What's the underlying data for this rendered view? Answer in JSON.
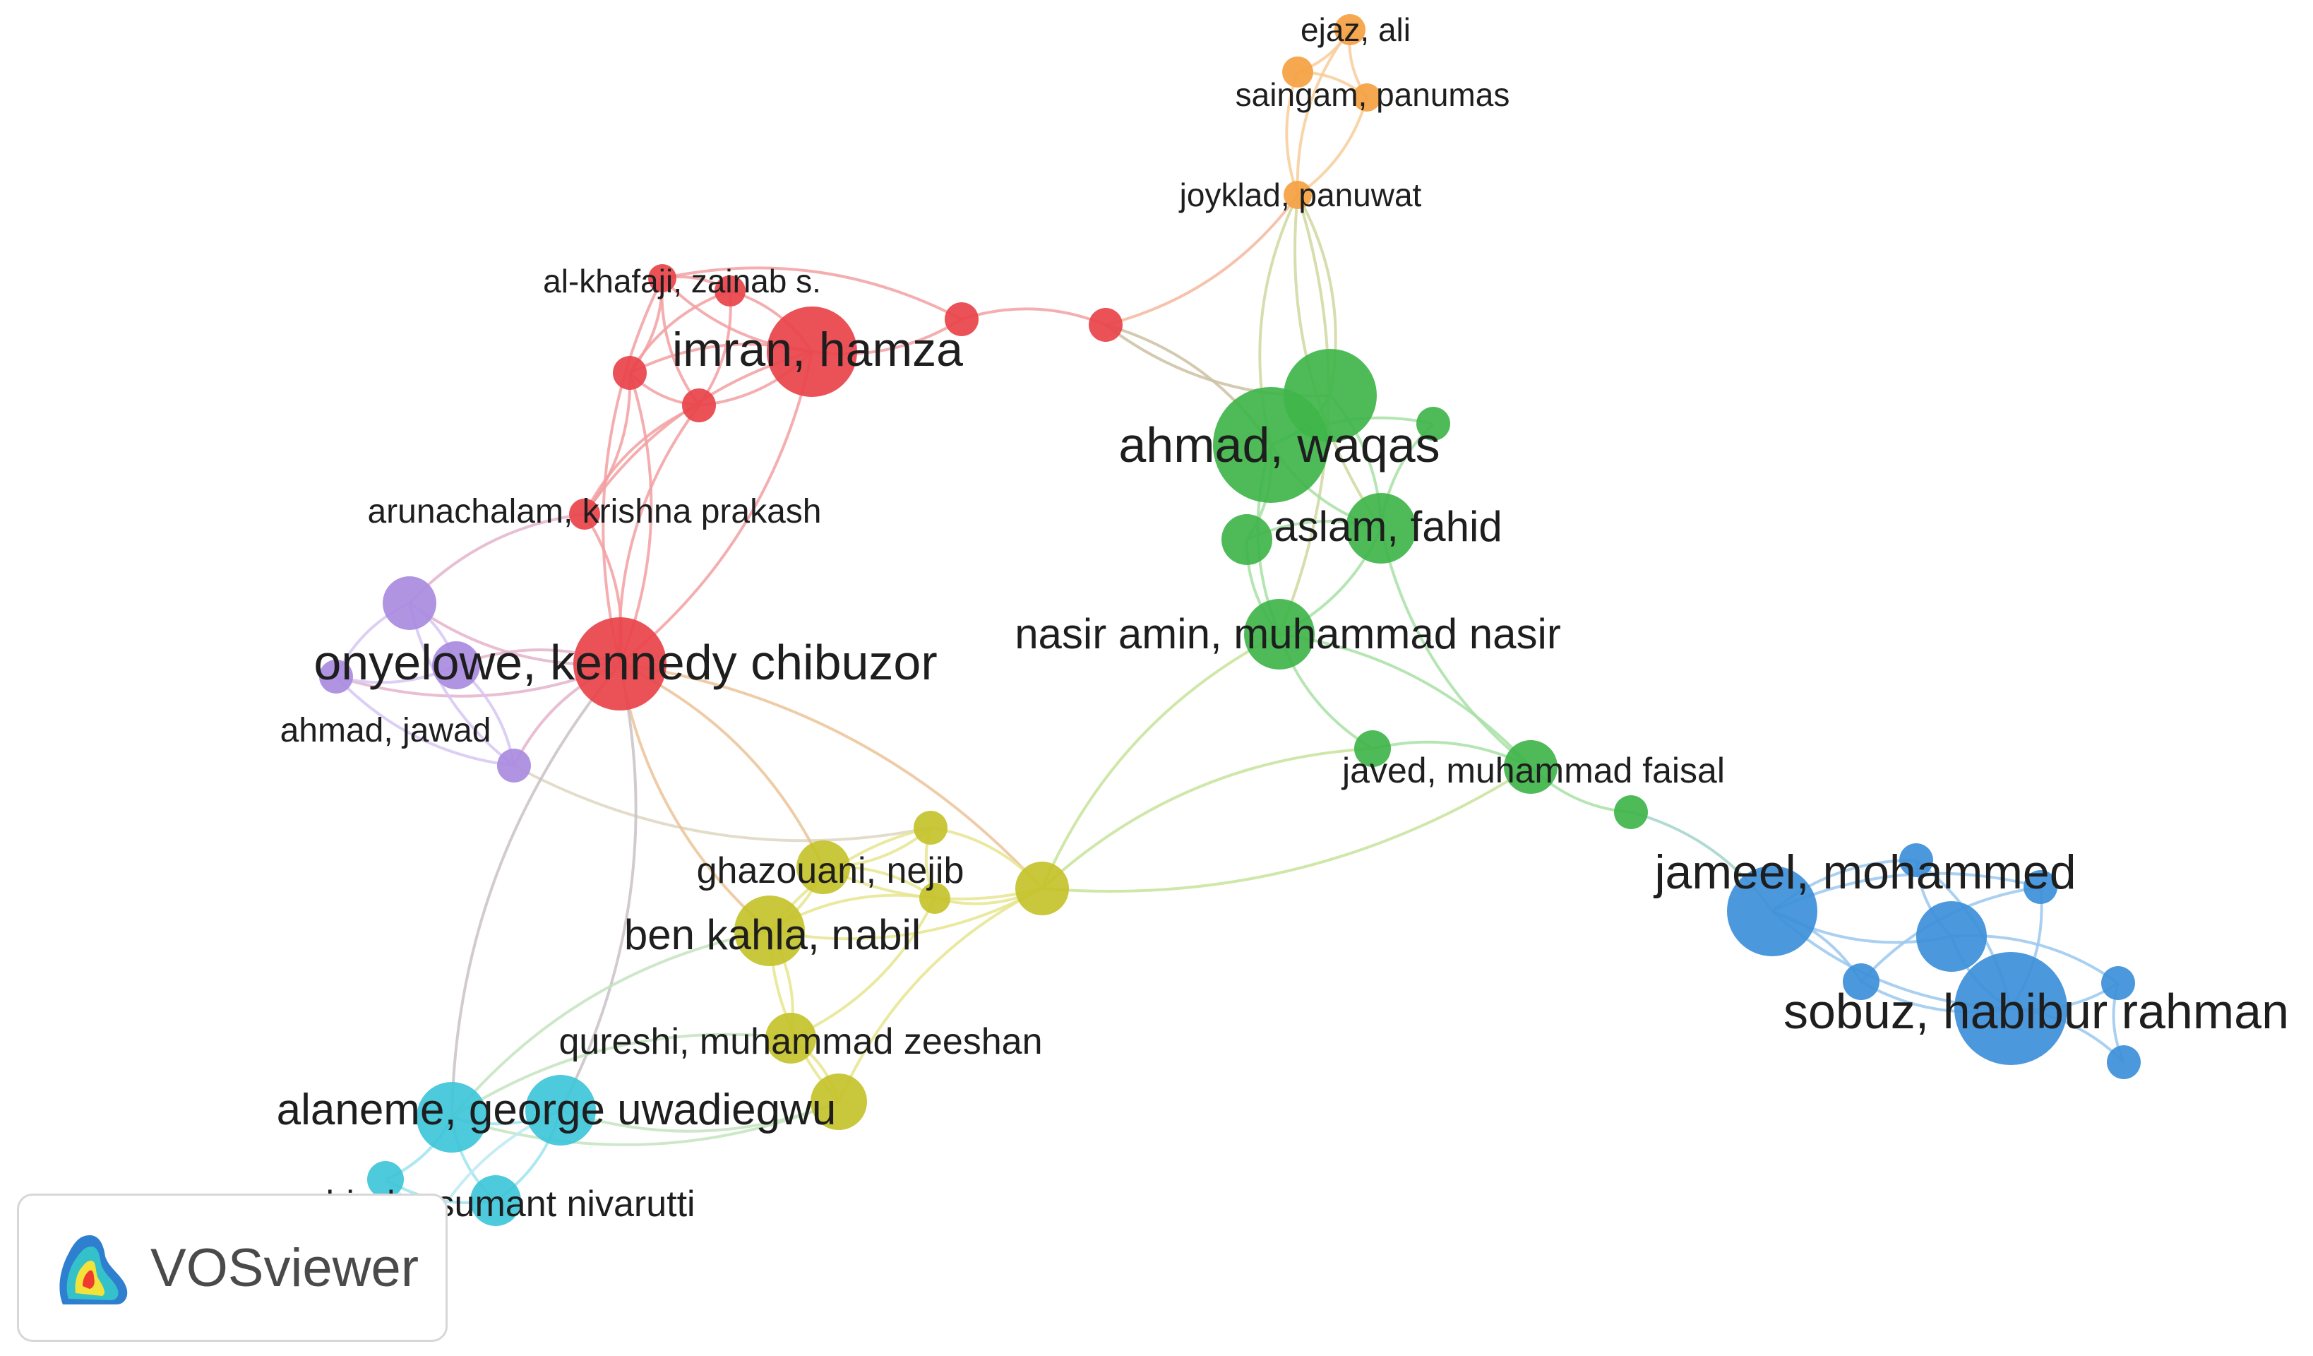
{
  "nodes": [
    {
      "id": "ejaz",
      "label": "ejaz, ali",
      "cluster": "orange"
    },
    {
      "id": "o2",
      "label": "",
      "cluster": "orange"
    },
    {
      "id": "saingam",
      "label": "saingam, panumas",
      "cluster": "orange"
    },
    {
      "id": "joyklad",
      "label": "joyklad, panuwat",
      "cluster": "orange"
    },
    {
      "id": "alkhafaji",
      "label": "al-khafaji, zainab s.",
      "cluster": "red"
    },
    {
      "id": "r2",
      "label": "",
      "cluster": "red"
    },
    {
      "id": "imran",
      "label": "imran, hamza",
      "cluster": "red"
    },
    {
      "id": "r4",
      "label": "",
      "cluster": "red"
    },
    {
      "id": "r5",
      "label": "",
      "cluster": "red"
    },
    {
      "id": "r6",
      "label": "",
      "cluster": "red"
    },
    {
      "id": "r7",
      "label": "",
      "cluster": "red"
    },
    {
      "id": "arunachalam",
      "label": "arunachalam, krishna prakash",
      "cluster": "red"
    },
    {
      "id": "onyelowe",
      "label": "onyelowe, kennedy chibuzor",
      "cluster": "red"
    },
    {
      "id": "ahmadwaqas",
      "label": "ahmad, waqas",
      "cluster": "green"
    },
    {
      "id": "g2",
      "label": "",
      "cluster": "green"
    },
    {
      "id": "g3",
      "label": "",
      "cluster": "green"
    },
    {
      "id": "aslam",
      "label": "aslam, fahid",
      "cluster": "green"
    },
    {
      "id": "g5",
      "label": "",
      "cluster": "green"
    },
    {
      "id": "nasir",
      "label": "nasir amin, muhammad nasir",
      "cluster": "green"
    },
    {
      "id": "g7",
      "label": "",
      "cluster": "green"
    },
    {
      "id": "javed",
      "label": "javed, muhammad faisal",
      "cluster": "green"
    },
    {
      "id": "g9",
      "label": "",
      "cluster": "green"
    },
    {
      "id": "p1",
      "label": "",
      "cluster": "purple"
    },
    {
      "id": "p2",
      "label": "",
      "cluster": "purple"
    },
    {
      "id": "p3",
      "label": "",
      "cluster": "purple"
    },
    {
      "id": "ahmadjawad",
      "label": "ahmad, jawad",
      "cluster": "purple"
    },
    {
      "id": "y1",
      "label": "",
      "cluster": "yellow"
    },
    {
      "id": "ghazouani",
      "label": "ghazouani, nejib",
      "cluster": "yellow"
    },
    {
      "id": "y3",
      "label": "",
      "cluster": "yellow"
    },
    {
      "id": "y4",
      "label": "",
      "cluster": "yellow"
    },
    {
      "id": "benkahla",
      "label": "ben kahla, nabil",
      "cluster": "yellow"
    },
    {
      "id": "qureshi",
      "label": "qureshi, muhammad zeeshan",
      "cluster": "yellow"
    },
    {
      "id": "y7",
      "label": "",
      "cluster": "yellow"
    },
    {
      "id": "jameel",
      "label": "jameel, mohammed",
      "cluster": "blue"
    },
    {
      "id": "b2",
      "label": "",
      "cluster": "blue"
    },
    {
      "id": "b3",
      "label": "",
      "cluster": "blue"
    },
    {
      "id": "b4",
      "label": "",
      "cluster": "blue"
    },
    {
      "id": "sobuz",
      "label": "sobuz, habibur rahman",
      "cluster": "blue"
    },
    {
      "id": "b6",
      "label": "",
      "cluster": "blue"
    },
    {
      "id": "b7",
      "label": "",
      "cluster": "blue"
    },
    {
      "id": "b8",
      "label": "",
      "cluster": "blue"
    },
    {
      "id": "alaneme",
      "label": "alaneme, george uwadiegwu",
      "cluster": "cyan"
    },
    {
      "id": "c2",
      "label": "",
      "cluster": "cyan"
    },
    {
      "id": "c3",
      "label": "",
      "cluster": "cyan"
    },
    {
      "id": "shinde",
      "label": "shinde, sumant nivarutti",
      "cluster": "cyan"
    },
    {
      "id": "lb1",
      "label": "",
      "cluster": "lightblue"
    }
  ],
  "edges": [
    [
      "ejaz",
      "o2"
    ],
    [
      "ejaz",
      "saingam"
    ],
    [
      "o2",
      "saingam"
    ],
    [
      "ejaz",
      "joyklad"
    ],
    [
      "saingam",
      "joyklad"
    ],
    [
      "o2",
      "joyklad"
    ],
    [
      "joyklad",
      "r7"
    ],
    [
      "joyklad",
      "ahmadwaqas"
    ],
    [
      "joyklad",
      "g2"
    ],
    [
      "joyklad",
      "aslam"
    ],
    [
      "joyklad",
      "nasir"
    ],
    [
      "r7",
      "r6"
    ],
    [
      "r7",
      "ahmadwaqas"
    ],
    [
      "r7",
      "g2"
    ],
    [
      "r6",
      "imran"
    ],
    [
      "r6",
      "alkhafaji"
    ],
    [
      "alkhafaji",
      "r2"
    ],
    [
      "alkhafaji",
      "imran"
    ],
    [
      "alkhafaji",
      "r4"
    ],
    [
      "alkhafaji",
      "r5"
    ],
    [
      "r2",
      "imran"
    ],
    [
      "r2",
      "r4"
    ],
    [
      "r2",
      "r5"
    ],
    [
      "imran",
      "r4"
    ],
    [
      "imran",
      "r5"
    ],
    [
      "imran",
      "arunachalam"
    ],
    [
      "imran",
      "onyelowe"
    ],
    [
      "r4",
      "r5"
    ],
    [
      "r4",
      "arunachalam"
    ],
    [
      "r5",
      "arunachalam"
    ],
    [
      "r4",
      "onyelowe"
    ],
    [
      "r5",
      "onyelowe"
    ],
    [
      "arunachalam",
      "onyelowe"
    ],
    [
      "alkhafaji",
      "onyelowe"
    ],
    [
      "onyelowe",
      "p1"
    ],
    [
      "onyelowe",
      "p2"
    ],
    [
      "onyelowe",
      "p3"
    ],
    [
      "onyelowe",
      "ahmadjawad"
    ],
    [
      "p1",
      "p2"
    ],
    [
      "p1",
      "p3"
    ],
    [
      "p2",
      "p3"
    ],
    [
      "p3",
      "ahmadjawad"
    ],
    [
      "p2",
      "ahmadjawad"
    ],
    [
      "p1",
      "ahmadjawad"
    ],
    [
      "p1",
      "arunachalam"
    ],
    [
      "ahmadjawad",
      "y1"
    ],
    [
      "onyelowe",
      "ghazouani"
    ],
    [
      "onyelowe",
      "benkahla"
    ],
    [
      "onyelowe",
      "y4"
    ],
    [
      "onyelowe",
      "alaneme"
    ],
    [
      "onyelowe",
      "c2"
    ],
    [
      "ahmadwaqas",
      "g2"
    ],
    [
      "ahmadwaqas",
      "g3"
    ],
    [
      "ahmadwaqas",
      "aslam"
    ],
    [
      "ahmadwaqas",
      "g5"
    ],
    [
      "ahmadwaqas",
      "nasir"
    ],
    [
      "g2",
      "aslam"
    ],
    [
      "g3",
      "aslam"
    ],
    [
      "aslam",
      "nasir"
    ],
    [
      "g5",
      "nasir"
    ],
    [
      "g5",
      "aslam"
    ],
    [
      "nasir",
      "g7"
    ],
    [
      "nasir",
      "javed"
    ],
    [
      "aslam",
      "javed"
    ],
    [
      "g7",
      "javed"
    ],
    [
      "javed",
      "g9"
    ],
    [
      "g9",
      "jameel"
    ],
    [
      "g7",
      "y4"
    ],
    [
      "javed",
      "y4"
    ],
    [
      "nasir",
      "y4"
    ],
    [
      "y1",
      "ghazouani"
    ],
    [
      "y1",
      "y3"
    ],
    [
      "y1",
      "y4"
    ],
    [
      "y1",
      "benkahla"
    ],
    [
      "ghazouani",
      "y3"
    ],
    [
      "ghazouani",
      "y4"
    ],
    [
      "ghazouani",
      "benkahla"
    ],
    [
      "y3",
      "y4"
    ],
    [
      "benkahla",
      "y3"
    ],
    [
      "benkahla",
      "y4"
    ],
    [
      "benkahla",
      "qureshi"
    ],
    [
      "benkahla",
      "y7"
    ],
    [
      "qureshi",
      "y7"
    ],
    [
      "y4",
      "y7"
    ],
    [
      "y3",
      "qureshi"
    ],
    [
      "qureshi",
      "alaneme"
    ],
    [
      "y7",
      "alaneme"
    ],
    [
      "benkahla",
      "alaneme"
    ],
    [
      "y7",
      "c2"
    ],
    [
      "alaneme",
      "c2"
    ],
    [
      "alaneme",
      "c3"
    ],
    [
      "alaneme",
      "shinde"
    ],
    [
      "c2",
      "shinde"
    ],
    [
      "c3",
      "shinde"
    ],
    [
      "c3",
      "lb1"
    ],
    [
      "c2",
      "lb1"
    ],
    [
      "jameel",
      "b2"
    ],
    [
      "jameel",
      "b3"
    ],
    [
      "jameel",
      "b4"
    ],
    [
      "jameel",
      "sobuz"
    ],
    [
      "jameel",
      "b6"
    ],
    [
      "b2",
      "b3"
    ],
    [
      "b2",
      "sobuz"
    ],
    [
      "b3",
      "sobuz"
    ],
    [
      "b3",
      "b7"
    ],
    [
      "b4",
      "sobuz"
    ],
    [
      "b6",
      "sobuz"
    ],
    [
      "sobuz",
      "b7"
    ],
    [
      "sobuz",
      "b8"
    ],
    [
      "b7",
      "b8"
    ],
    [
      "b4",
      "b6"
    ]
  ],
  "legend_colors": {
    "red": "#e8434a",
    "green": "#3fb54a",
    "blue": "#3d8fd9",
    "yellow": "#c4c22a",
    "purple": "#a98be0",
    "cyan": "#3ec5d8",
    "orange": "#f5a142",
    "lightblue": "#b6e3f2"
  },
  "badge": {
    "text": "VOSviewer",
    "icon": "vosviewer-logo-icon"
  }
}
